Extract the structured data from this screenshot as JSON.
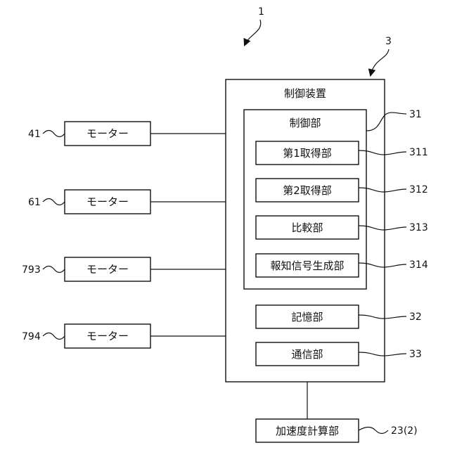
{
  "figure_ref": "1",
  "device": {
    "ref": "3",
    "title": "制御装置"
  },
  "control_unit": {
    "ref": "31",
    "title": "制御部",
    "modules": [
      {
        "label": "第1取得部",
        "ref": "311"
      },
      {
        "label": "第2取得部",
        "ref": "312"
      },
      {
        "label": "比較部",
        "ref": "313"
      },
      {
        "label": "報知信号生成部",
        "ref": "314"
      }
    ]
  },
  "storage": {
    "label": "記憶部",
    "ref": "32"
  },
  "communication": {
    "label": "通信部",
    "ref": "33"
  },
  "motors": [
    {
      "label": "モーター",
      "ref": "41"
    },
    {
      "label": "モーター",
      "ref": "61"
    },
    {
      "label": "モーター",
      "ref": "793"
    },
    {
      "label": "モーター",
      "ref": "794"
    }
  ],
  "calculator": {
    "label": "加速度計算部",
    "ref": "23(2)"
  }
}
